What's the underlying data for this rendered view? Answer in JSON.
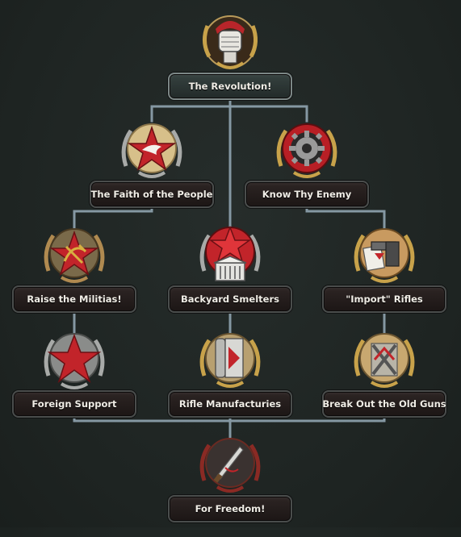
{
  "tree": {
    "connector_color": "#8598a3",
    "focuses": [
      {
        "id": "the-revolution",
        "title": "The Revolution!",
        "icon": "fist-icon",
        "selected": true
      },
      {
        "id": "faith-of-the-people",
        "title": "The Faith of the People",
        "icon": "dove-star-icon"
      },
      {
        "id": "know-thy-enemy",
        "title": "Know Thy Enemy",
        "icon": "gear-icon"
      },
      {
        "id": "raise-the-militias",
        "title": "Raise the Militias!",
        "icon": "hammer-star-icon"
      },
      {
        "id": "backyard-smelters",
        "title": "Backyard Smelters",
        "icon": "factory-star-icon"
      },
      {
        "id": "import-rifles",
        "title": "\"Import\" Rifles",
        "icon": "pistol-icon"
      },
      {
        "id": "foreign-support",
        "title": "Foreign Support",
        "icon": "star-icon"
      },
      {
        "id": "rifle-manufacturies",
        "title": "Rifle Manufacturies",
        "icon": "rifle-factory-icon"
      },
      {
        "id": "break-out-old-guns",
        "title": "Break Out the Old Guns",
        "icon": "crossed-rifles-icon"
      },
      {
        "id": "for-freedom",
        "title": "For Freedom!",
        "icon": "bayonet-icon"
      }
    ]
  }
}
